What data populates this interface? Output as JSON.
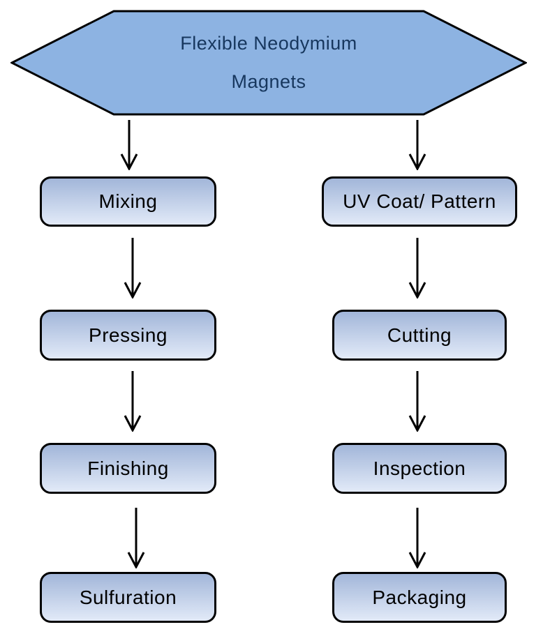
{
  "diagram": {
    "title": {
      "line1": "Flexible Neodymium",
      "line2": "Magnets"
    },
    "branches": {
      "left": {
        "steps": [
          "Mixing",
          "Pressing",
          "Finishing",
          "Sulfuration"
        ]
      },
      "right": {
        "steps": [
          "UV Coat/ Pattern",
          "Cutting",
          "Inspection",
          "Packaging"
        ]
      }
    },
    "colors": {
      "hexagon_fill": "#8DB3E2",
      "hexagon_text": "#17375E",
      "box_gradient_top": "#A2B6D9",
      "box_gradient_bottom": "#E2EAF8",
      "outline": "#000000",
      "background": "#FFFFFF"
    }
  }
}
